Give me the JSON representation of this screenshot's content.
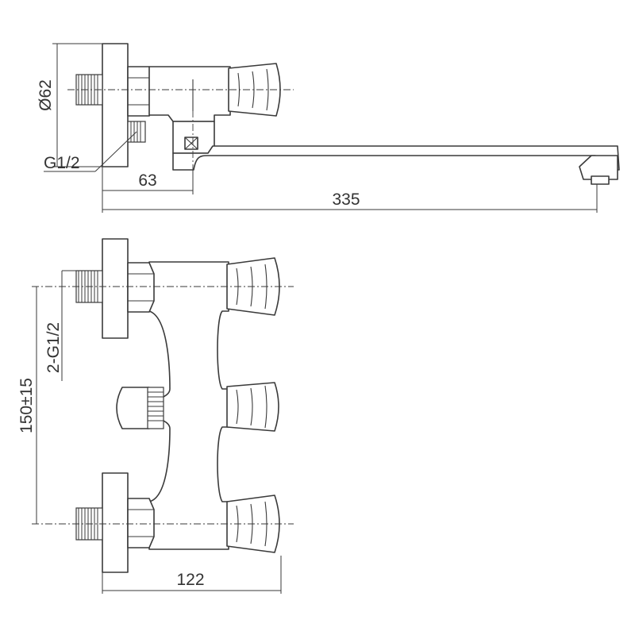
{
  "top_view": {
    "diameter_label": "Ø62",
    "thread_label": "G1/2",
    "offset_label": "63",
    "length_label": "335"
  },
  "front_view": {
    "thread_label": "2-G1/2",
    "center_distance_label": "150±15",
    "width_label": "122"
  },
  "colors": {
    "line": "#3a3a3a",
    "text": "#333333",
    "background": "#ffffff"
  }
}
